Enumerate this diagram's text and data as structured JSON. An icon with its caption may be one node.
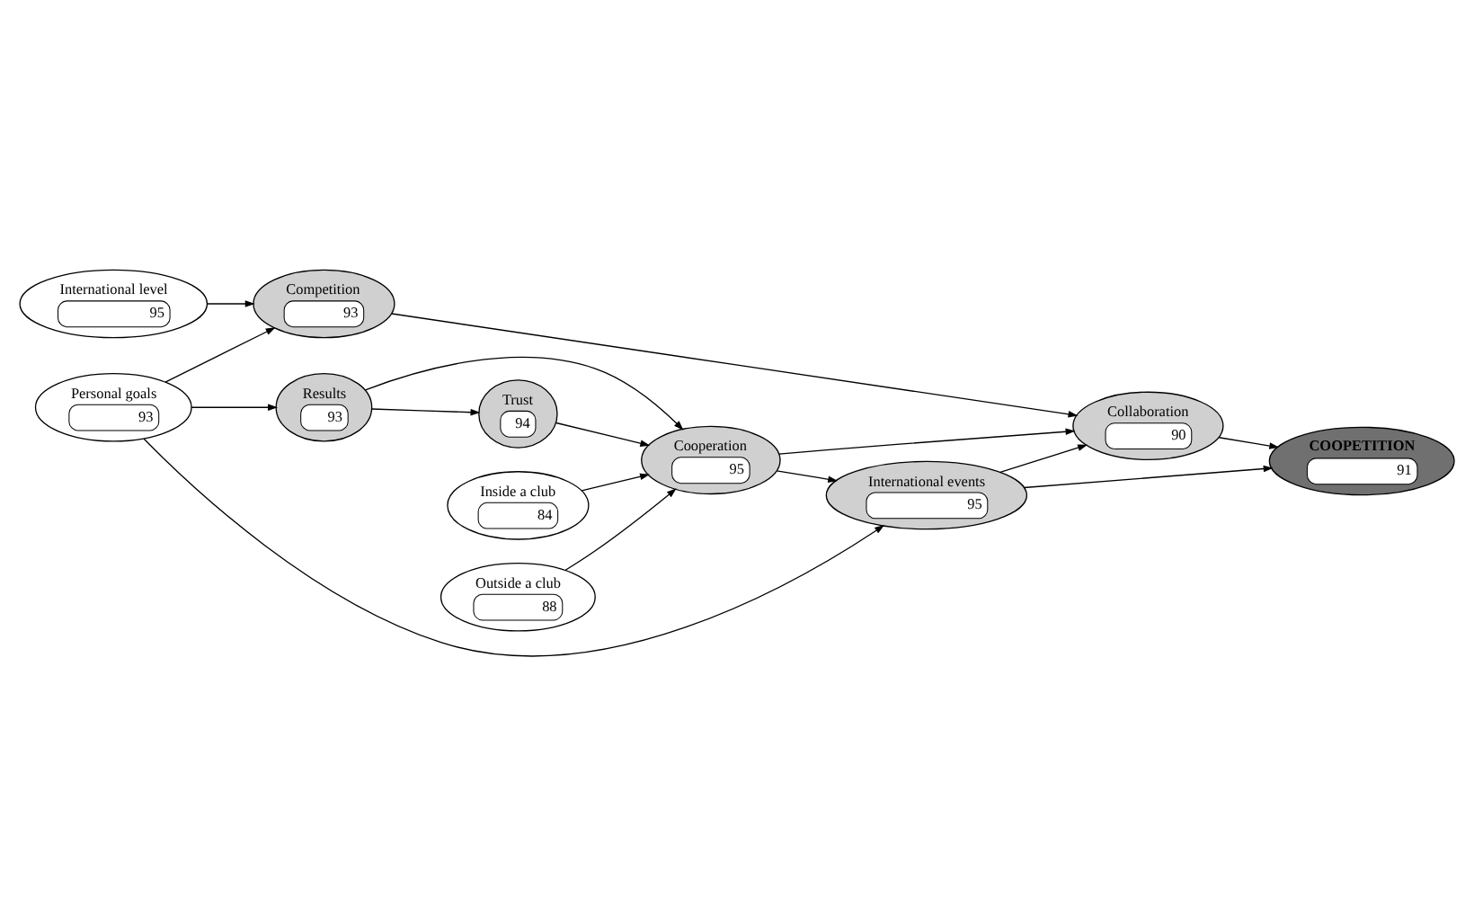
{
  "diagram": {
    "nodes": [
      {
        "text": [
          "Personal goals",
          "93"
        ]
      },
      {
        "text": [
          "International level",
          "95"
        ]
      },
      {
        "text": [
          "Competition",
          "93"
        ]
      },
      {
        "text": [
          "International events",
          "95"
        ]
      },
      {
        "text": [
          "Collaboration",
          "90"
        ]
      },
      {
        "text": [
          "COOPETITION",
          "91"
        ]
      },
      {
        "text": [
          "Inside a club",
          "84"
        ]
      },
      {
        "text": [
          "Outside a club",
          "88"
        ]
      },
      {
        "text": [
          "Cooperation",
          "95"
        ]
      },
      {
        "text": [
          "Results",
          "93"
        ]
      },
      {
        "text": [
          "Trust",
          "94"
        ]
      }
    ],
    "edges": [
      {
        "from": 0,
        "to": 2,
        "arrow": "to"
      },
      {
        "from": 0,
        "to": 3,
        "arrow": "to"
      },
      {
        "from": 0,
        "to": 9,
        "arrow": "to"
      },
      {
        "from": 1,
        "to": 2,
        "arrow": "to"
      },
      {
        "from": 2,
        "to": 4,
        "arrow": "to"
      },
      {
        "from": 3,
        "to": 4,
        "arrow": "to"
      },
      {
        "from": 3,
        "to": 5,
        "arrow": "to"
      },
      {
        "from": 4,
        "to": 5,
        "arrow": "to"
      },
      {
        "from": 8,
        "to": 4,
        "arrow": "to"
      },
      {
        "from": 8,
        "to": 3,
        "arrow": "to"
      },
      {
        "from": 6,
        "to": 8,
        "arrow": "to"
      },
      {
        "from": 7,
        "to": 8,
        "arrow": "to"
      },
      {
        "from": 9,
        "to": 8,
        "arrow": "to"
      },
      {
        "from": 9,
        "to": 10,
        "arrow": "to"
      },
      {
        "from": 10,
        "to": 8,
        "arrow": "to"
      }
    ]
  }
}
